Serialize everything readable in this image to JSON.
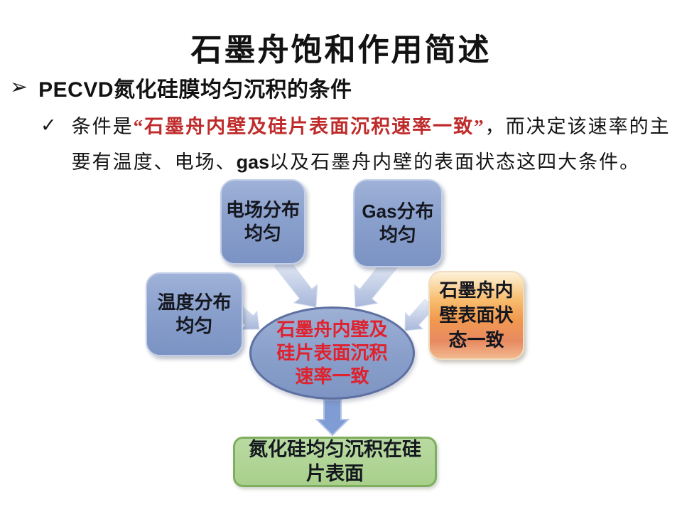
{
  "slide": {
    "title": "石墨舟饱和作用简述",
    "bullet": {
      "marker": "➢",
      "text": "PECVD氮化硅膜均匀沉积的条件"
    },
    "sub_bullet": {
      "marker": "✓",
      "line1": {
        "pre": "条件是",
        "highlight": "“石墨舟内壁及硅片表面沉积速率一致”",
        "post": "，而决定该速率的主"
      },
      "line2": {
        "pre": "要有温度、电场、",
        "gas": "gas",
        "post": "以及石墨舟内壁的表面状态这四大条件。"
      }
    }
  },
  "diagram": {
    "boxes": {
      "efield": {
        "label": "电场分布\n均匀"
      },
      "gas": {
        "label": "Gas分布\n均匀"
      },
      "temperature": {
        "label": "温度分布\n均匀"
      },
      "graphite": {
        "label": "石墨舟内\n壁表面状\n态一致"
      }
    },
    "center": {
      "label": "石墨舟内壁及\n硅片表面沉积\n速率一致"
    },
    "result": {
      "label": "氮化硅均匀沉积在硅\n片表面"
    }
  },
  "colors": {
    "highlight_red": "#bf2b2b",
    "ellipse_text_red": "#df222e",
    "box_blue": "#8aa0cc",
    "box_orange": "#f1994f",
    "box_green": "#a8d08b",
    "arrow_blue": "#7f9cd4",
    "arrow_light": "#a8b7da"
  }
}
